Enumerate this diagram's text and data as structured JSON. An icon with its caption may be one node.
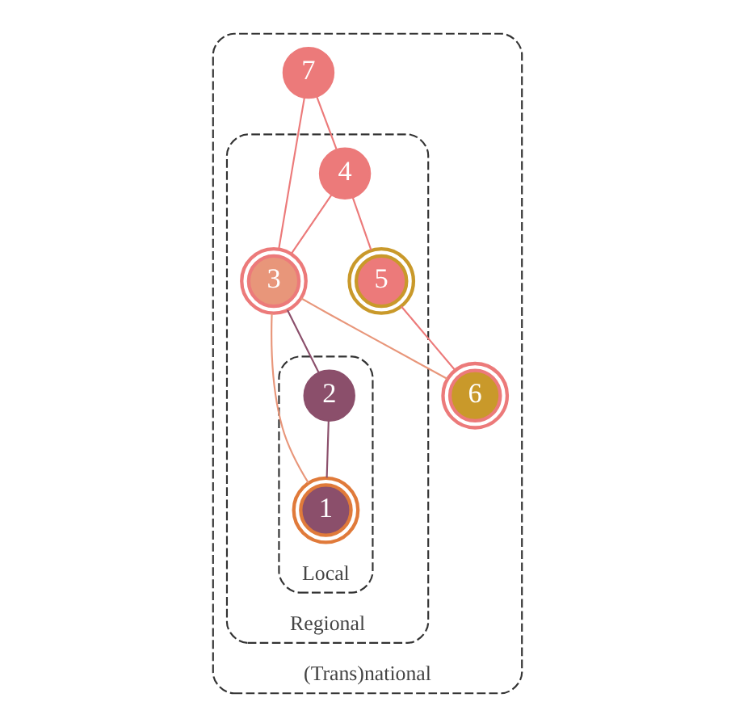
{
  "diagram": {
    "nodes": [
      {
        "text": [
          "(Trans)national"
        ]
      },
      {
        "text": [
          "Regional"
        ],
        "in": 0
      },
      {
        "text": [
          "Local"
        ],
        "in": 1
      },
      {
        "text": [
          "1"
        ],
        "in": 2
      },
      {
        "text": [
          "2"
        ],
        "in": 2
      },
      {
        "text": [
          "3"
        ],
        "in": 1
      },
      {
        "text": [
          "4"
        ],
        "in": 1
      },
      {
        "text": [
          "5"
        ],
        "in": 1
      },
      {
        "text": [
          "6"
        ],
        "in": 0
      },
      {
        "text": [
          "7"
        ],
        "in": 0
      }
    ],
    "edges": [
      {
        "from": 9,
        "to": 6,
        "arrow": "none"
      },
      {
        "from": 6,
        "to": 7,
        "arrow": "none"
      },
      {
        "from": 9,
        "to": 5,
        "arrow": "none"
      },
      {
        "from": 6,
        "to": 5,
        "arrow": "none"
      },
      {
        "from": 7,
        "to": 8,
        "arrow": "none"
      },
      {
        "from": 5,
        "to": 8,
        "arrow": "none",
        "color": "#e8967a"
      },
      {
        "from": 5,
        "to": 4,
        "arrow": "none",
        "color": "#8b4f6b"
      },
      {
        "from": 4,
        "to": 3,
        "arrow": "none",
        "color": "#8b4f6b"
      },
      {
        "from": 5,
        "to": 3,
        "arrow": "none",
        "color": "#e8967a"
      }
    ]
  }
}
